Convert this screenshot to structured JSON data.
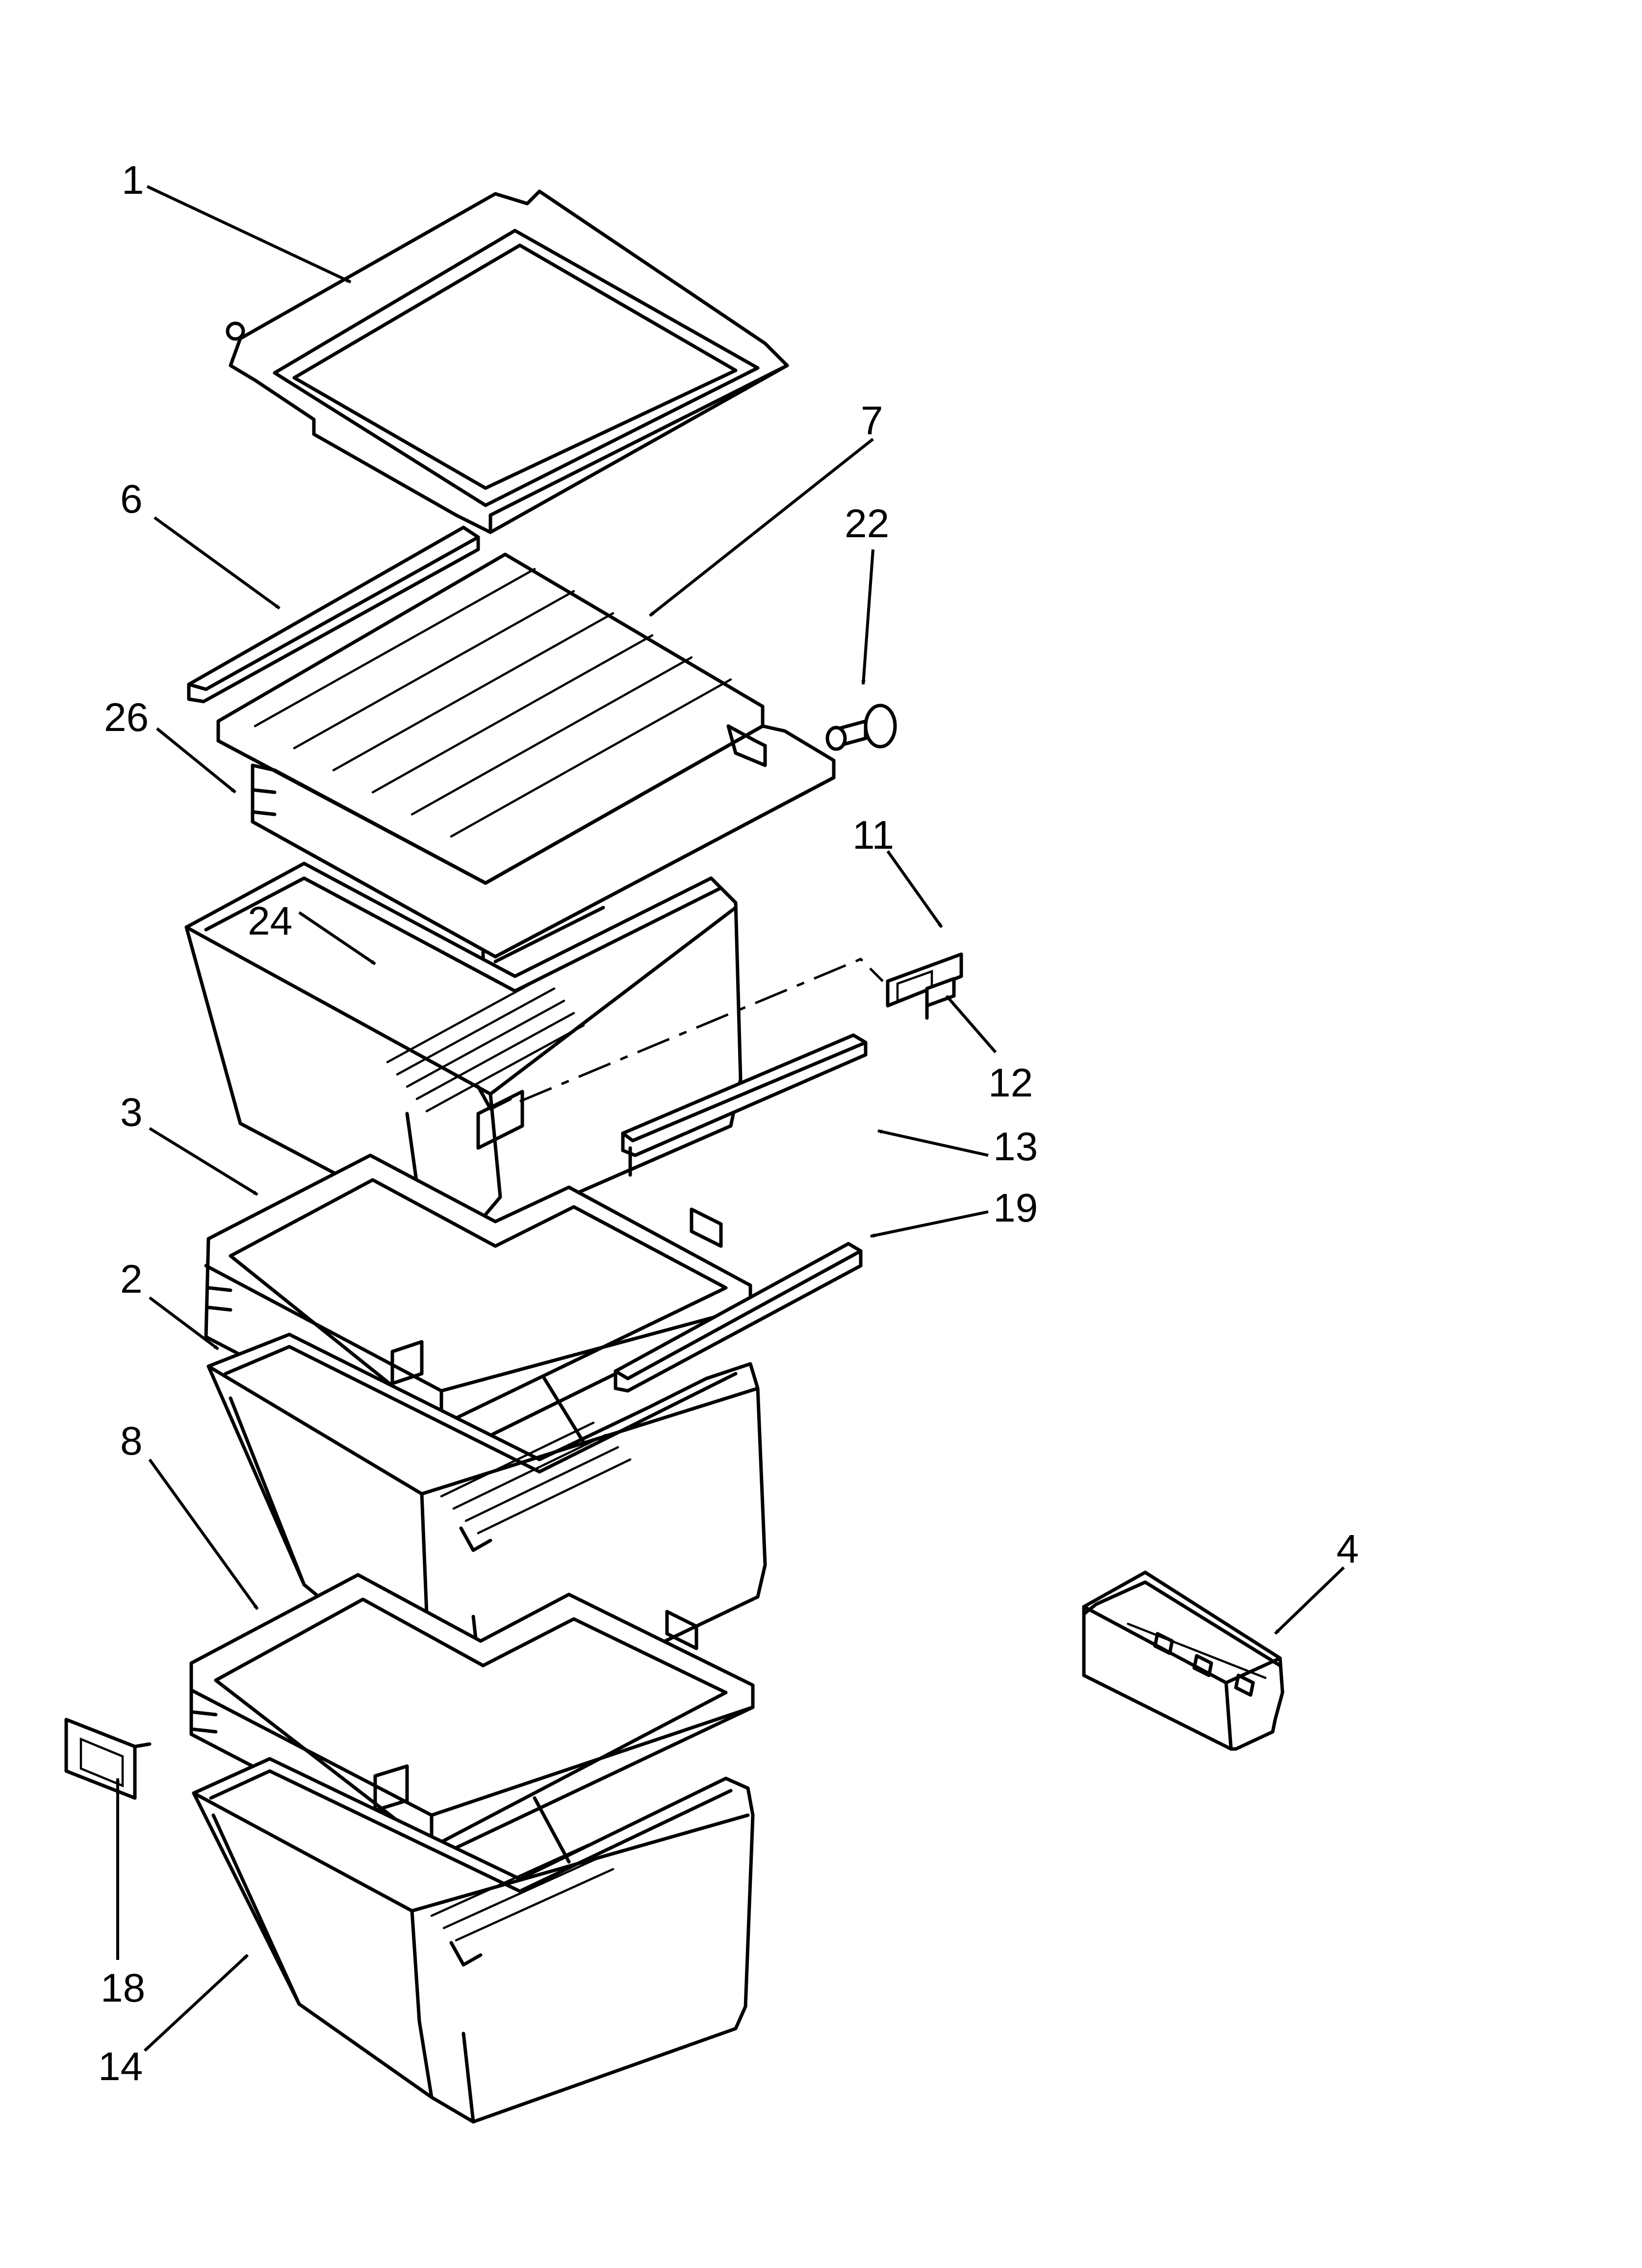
{
  "callouts": [
    {
      "id": "1",
      "label": "1"
    },
    {
      "id": "6",
      "label": "6"
    },
    {
      "id": "7",
      "label": "7"
    },
    {
      "id": "22",
      "label": "22"
    },
    {
      "id": "26",
      "label": "26"
    },
    {
      "id": "11",
      "label": "11"
    },
    {
      "id": "24",
      "label": "24"
    },
    {
      "id": "12",
      "label": "12"
    },
    {
      "id": "3",
      "label": "3"
    },
    {
      "id": "13",
      "label": "13"
    },
    {
      "id": "19",
      "label": "19"
    },
    {
      "id": "2",
      "label": "2"
    },
    {
      "id": "4",
      "label": "4"
    },
    {
      "id": "8",
      "label": "8"
    },
    {
      "id": "18",
      "label": "18"
    },
    {
      "id": "14",
      "label": "14"
    }
  ]
}
